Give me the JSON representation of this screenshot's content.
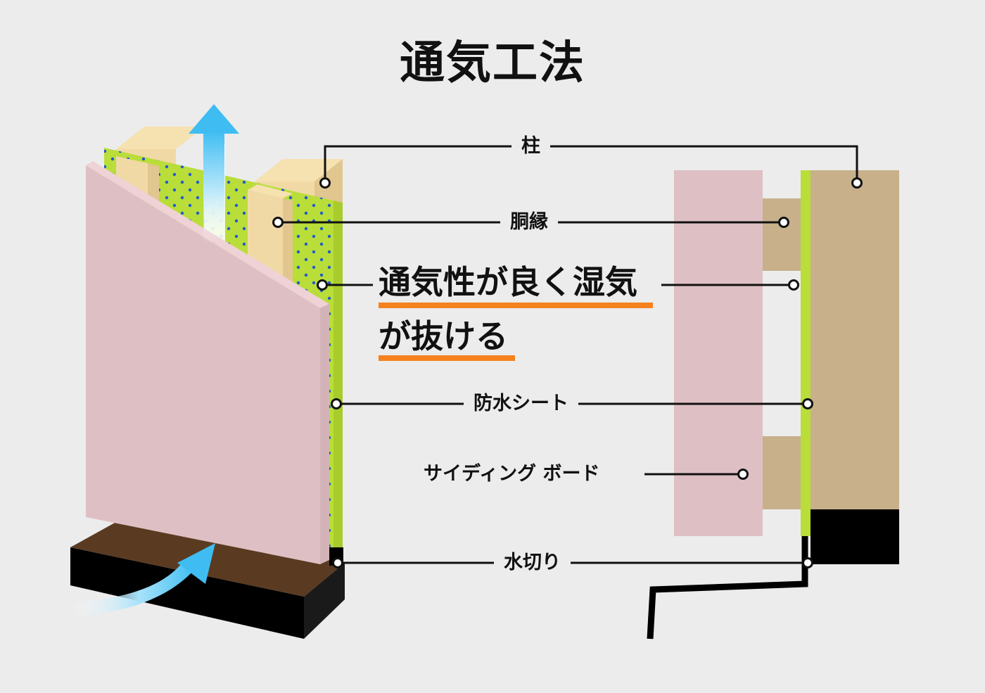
{
  "title": "通気工法",
  "labels": {
    "pillar": "柱",
    "furring": "胴縁",
    "waterproof_sheet": "防水シート",
    "siding_board": "サイディング ボード",
    "flashing": "水切り"
  },
  "callout": {
    "line1": "通気性が良く湿気",
    "line2": "が抜ける"
  },
  "colors": {
    "background": "#ececec",
    "siding": "#dec0c4",
    "siding_edge": "#eed2d5",
    "sheet": "#b9dd39",
    "sheet_dots": "#1e5ad2",
    "wood_front": "#f1d9a6",
    "wood_top": "#f6e1b0",
    "wood_side": "#e1c690",
    "section_wood": "#c7b08a",
    "foundation": "#5a3b22",
    "black": "#000000",
    "accent_underline": "#f5821f",
    "airflow": "#4fc3f7"
  },
  "icons": [
    "airflow-up-arrow-icon",
    "airflow-curved-arrow-icon"
  ]
}
